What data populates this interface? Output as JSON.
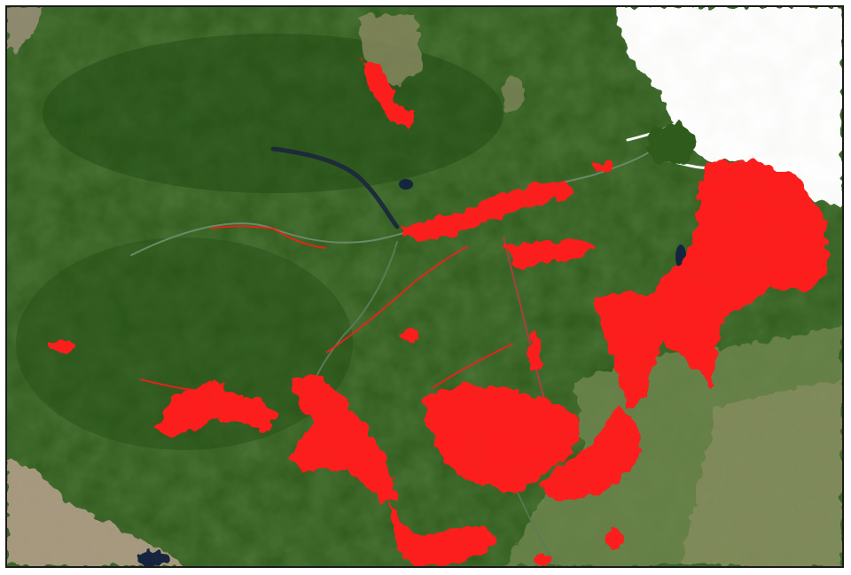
{
  "map": {
    "style": "satellite imagery, Amazon basin",
    "colors": {
      "forest": "#2e5a1c",
      "forest_dark": "#234d14",
      "forest_light": "#3f6a26",
      "savanna": "#7a8a58",
      "mountain": "#a89a80",
      "ocean": "#ffffff",
      "river": "#1c2a3a",
      "deforestation": "#ff1a1a",
      "border": "#1a1a1a"
    },
    "layers": [
      "base-forest",
      "savanna",
      "andes-mountains",
      "rivers",
      "ocean",
      "deforestation"
    ]
  }
}
